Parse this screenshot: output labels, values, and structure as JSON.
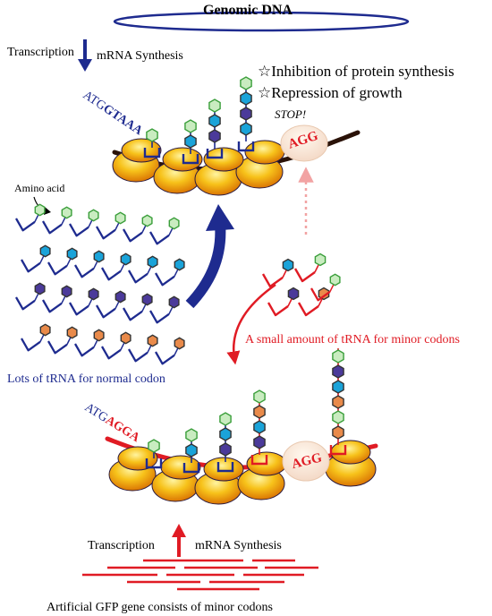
{
  "title": "Genomic DNA",
  "top": {
    "transcription": "Transcription",
    "mrna_synthesis": "mRNA Synthesis",
    "codon_start": "ATG",
    "codon_seq": "GTAAA",
    "stop_codon": "AGG",
    "stop_label": "STOP!",
    "effect_1": "☆Inhibition of protein synthesis",
    "effect_2": "☆Repression of growth"
  },
  "left": {
    "amino_acid_label": "Amino acid",
    "caption": "Lots of tRNA for normal codon"
  },
  "right": {
    "caption": "A small amount of tRNA for minor codons"
  },
  "bottom": {
    "codon_start": "ATG",
    "codon_seq": "AGGA",
    "minor_codon": "AGG",
    "transcription": "Transcription",
    "mrna_synthesis": "mRNA Synthesis",
    "caption": "Artificial GFP gene consists of minor codons"
  },
  "colors": {
    "blue": "#1e2b8f",
    "red": "#e01b24",
    "green": "#3a9e3a",
    "cyan": "#1aa3d9",
    "purple": "#4b3a9a",
    "orange": "#e98a4a",
    "pink": "#f2a3a3",
    "ribosome": "#f5b800"
  }
}
